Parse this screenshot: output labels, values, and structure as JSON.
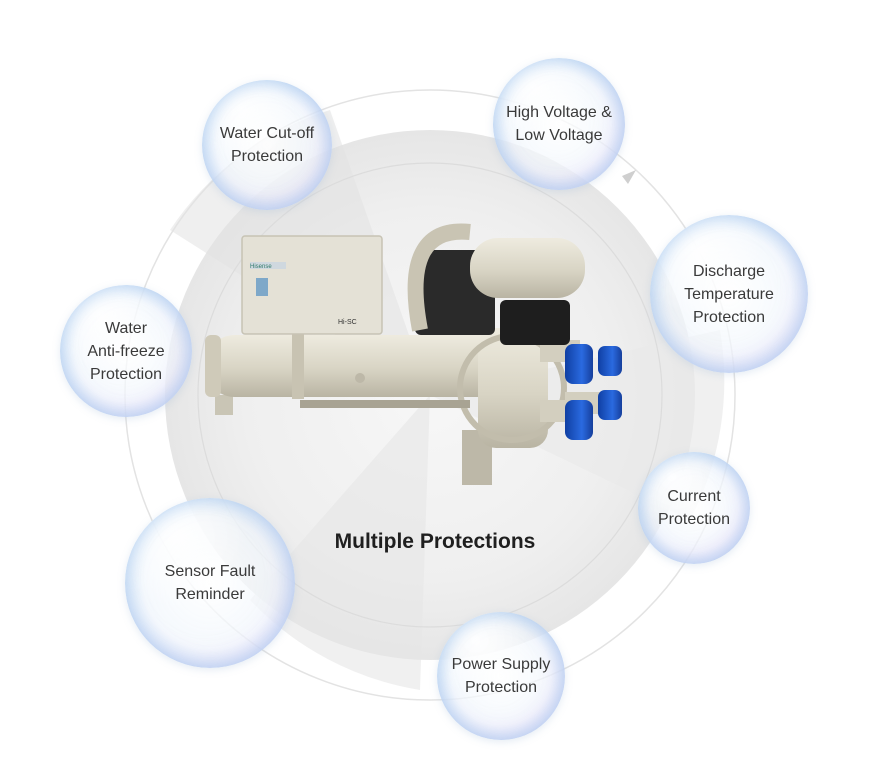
{
  "title": "Multiple Protections",
  "protections": [
    {
      "id": "water-cutoff",
      "label": "Water Cut-off\nProtection"
    },
    {
      "id": "high-low-voltage",
      "label": "High Voltage &\nLow Voltage"
    },
    {
      "id": "discharge-temp",
      "label": "Discharge\nTemperature\nProtection"
    },
    {
      "id": "water-antifreeze",
      "label": "Water\nAnti-freeze\nProtection"
    },
    {
      "id": "current",
      "label": "Current\nProtection"
    },
    {
      "id": "sensor-fault",
      "label": "Sensor Fault\nReminder"
    },
    {
      "id": "power-supply",
      "label": "Power Supply\nProtection"
    }
  ],
  "brand": {
    "logo_text": "Hisense",
    "model_text": "Hi-SC"
  },
  "colors": {
    "machine_body": "#dcd8c9",
    "pipe_caps": "#1f5fd6",
    "bubble_edge": "#a8ccec"
  }
}
